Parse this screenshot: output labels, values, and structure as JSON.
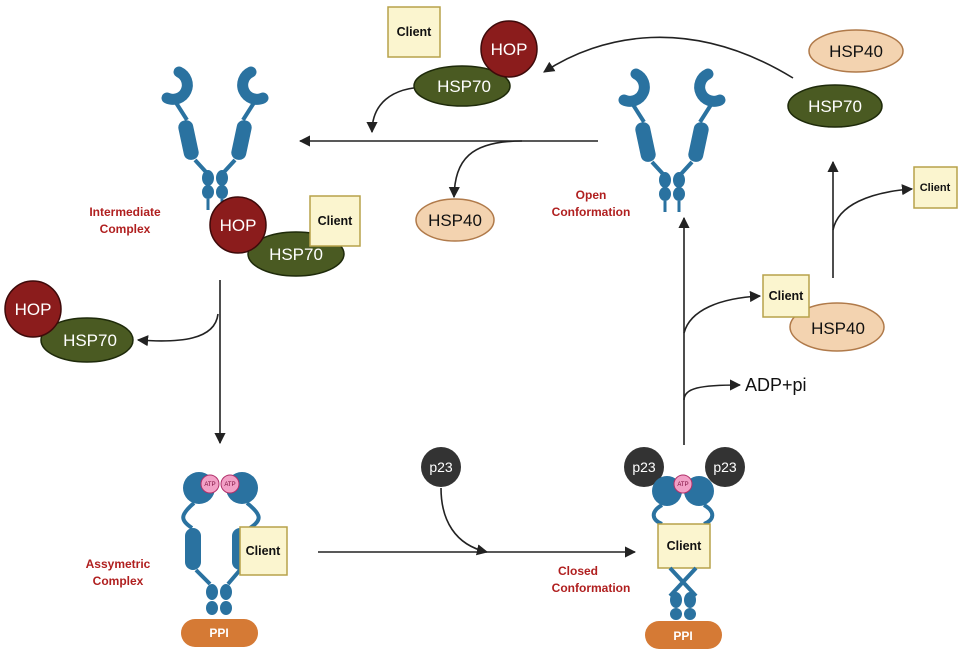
{
  "labels": {
    "client": "Client",
    "hop": "HOP",
    "hsp70": "HSP70",
    "hsp40": "HSP40",
    "p23": "p23",
    "atp": "ATP",
    "ppi": "PPI",
    "adp_pi": "ADP+pi",
    "intermediate_complex": [
      "Intermediate",
      "Complex"
    ],
    "open_conformation": [
      "Open",
      "Conformation"
    ],
    "assymetric_complex": [
      "Assymetric",
      "Complex"
    ],
    "closed_conformation": [
      "Closed",
      "Conformation"
    ]
  },
  "colors": {
    "hsp90_blue": "#2a72a0",
    "hop_red": "#8b1c1c",
    "hsp70_green": "#4a5a22",
    "hsp40_peach": "#f3d3b0",
    "client_cream": "#fbf5cf",
    "p23_dark": "#333333",
    "ppi_orange": "#d57a35",
    "atp_pink": "#f2a0c6",
    "label_red": "#b01f1f"
  }
}
